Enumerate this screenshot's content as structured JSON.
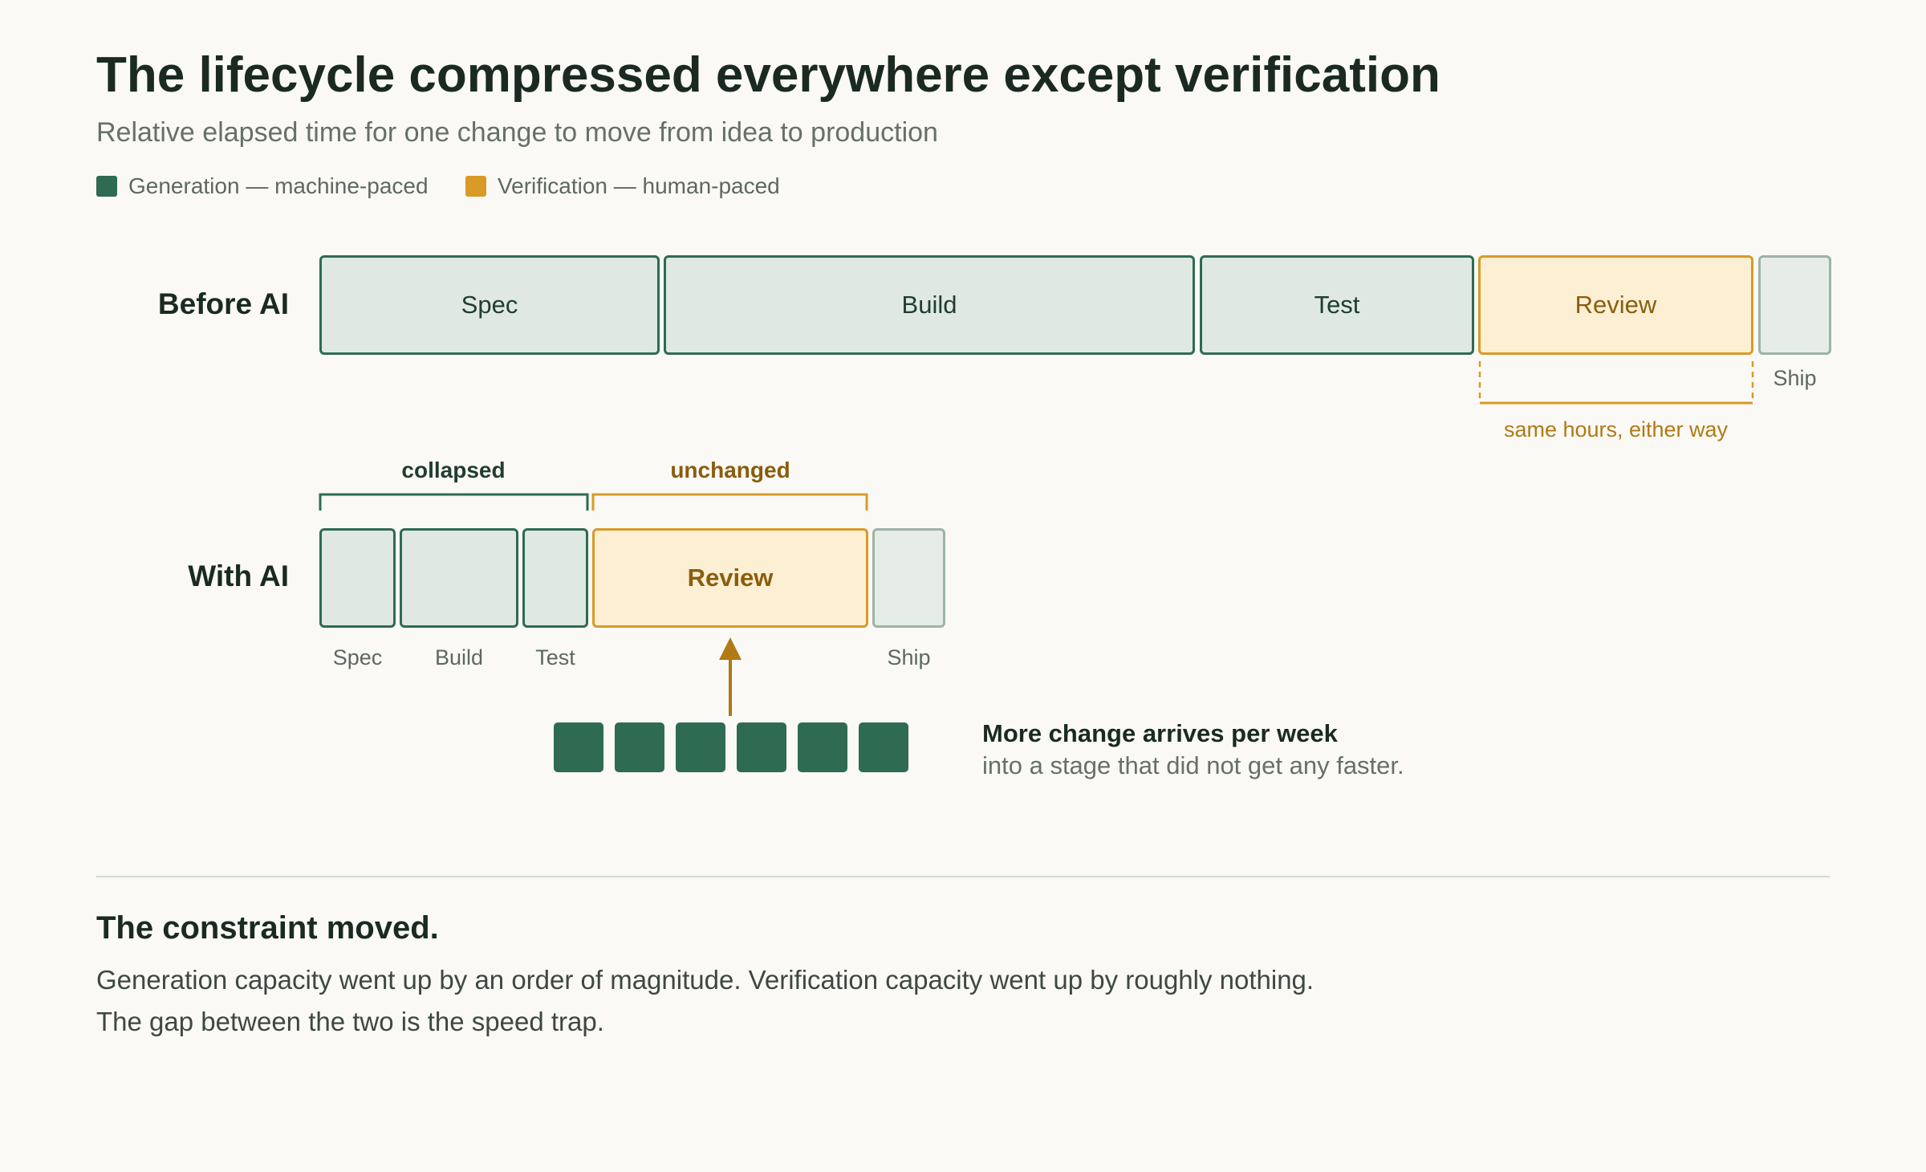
{
  "title": "The lifecycle compressed everywhere except verification",
  "subtitle": "Relative elapsed time for one change to move from idea to production",
  "legend": [
    {
      "label": "Generation — machine-paced",
      "color": "#2e6b52"
    },
    {
      "label": "Verification — human-paced",
      "color": "#d99a27"
    }
  ],
  "before": {
    "label": "Before AI",
    "stages": {
      "spec": "Spec",
      "build": "Build",
      "test": "Test",
      "review": "Review",
      "ship": "Ship"
    },
    "review_note": "same hours, either way"
  },
  "with_ai": {
    "label": "With AI",
    "brackets": {
      "collapsed": "collapsed",
      "unchanged": "unchanged"
    },
    "stages": {
      "spec": "Spec",
      "build": "Build",
      "test": "Test",
      "review": "Review",
      "ship": "Ship"
    }
  },
  "callout": {
    "title": "More change arrives per week",
    "text": "into a stage that did not get any faster."
  },
  "conclusion": {
    "heading": "The constraint moved.",
    "line1": "Generation capacity went up by an order of magnitude. Verification capacity went up by roughly nothing.",
    "line2": "The gap between the two is the speed trap."
  },
  "colors": {
    "generation": "#2e6b52",
    "verification": "#d99a27",
    "verification_text": "#8a5d0d",
    "background": "#faf9f5"
  },
  "icons": [
    "arrow-up-icon",
    "legend-swatch"
  ]
}
